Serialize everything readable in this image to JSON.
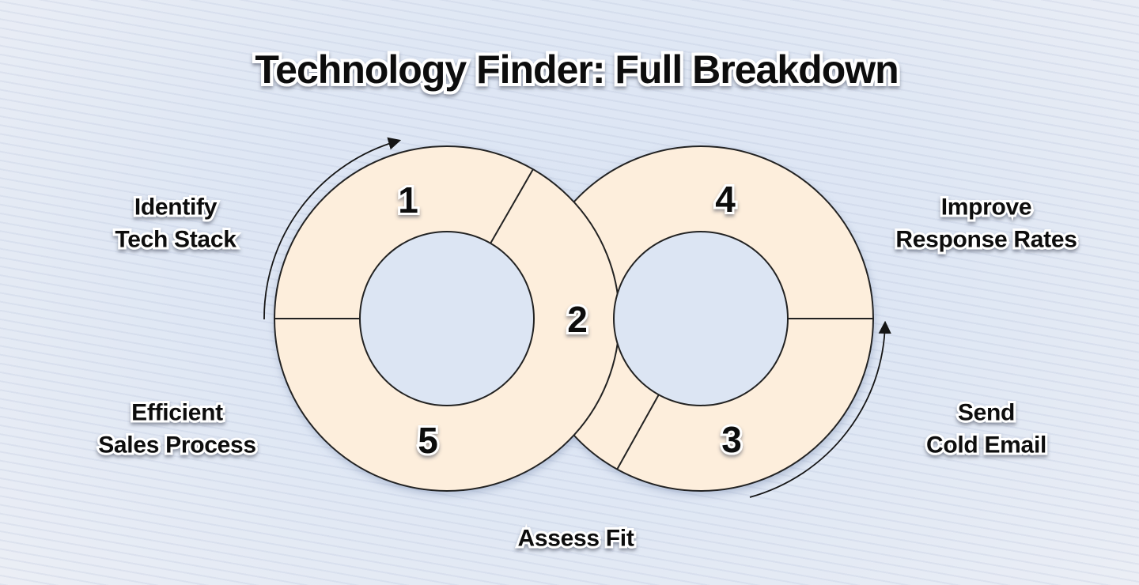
{
  "title": "Technology Finder: Full Breakdown",
  "diagram": {
    "kind": "interlocking-ring-process-loop",
    "flow_direction": "clockwise",
    "steps": [
      {
        "number": "1",
        "label": "Identify Tech Stack",
        "label_lines": [
          "Identify",
          "Tech Stack"
        ]
      },
      {
        "number": "2",
        "label": "Assess Fit",
        "label_lines": [
          "Assess Fit"
        ]
      },
      {
        "number": "3",
        "label": "Send Cold Email",
        "label_lines": [
          "Send",
          "Cold Email"
        ]
      },
      {
        "number": "4",
        "label": "Improve Response Rates",
        "label_lines": [
          "Improve",
          "Response Rates"
        ]
      },
      {
        "number": "5",
        "label": "Efficient Sales Process",
        "label_lines": [
          "Efficient",
          "Sales Process"
        ]
      }
    ],
    "colors": {
      "segment_fill": "#FDEEDC",
      "outline": "#222222",
      "hole_fill": "#DCE5F3",
      "text": "#0D0D0D",
      "text_outline": "#FFFFFF"
    }
  }
}
